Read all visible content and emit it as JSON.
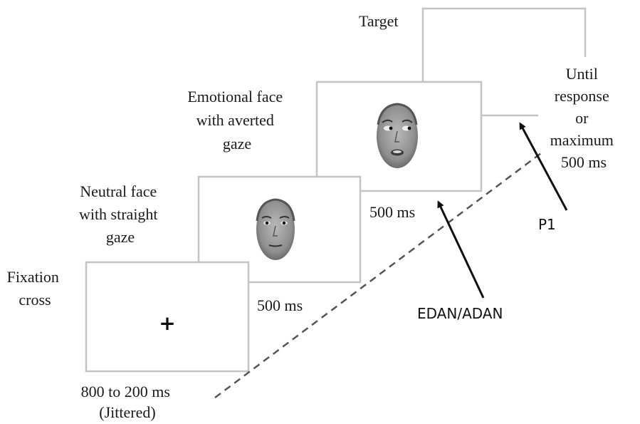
{
  "stages": {
    "fixation": {
      "label_lines": [
        "Fixation",
        "cross"
      ],
      "duration_lines": [
        "800 to 200 ms",
        "(Jittered)"
      ],
      "symbol": "+"
    },
    "neutral": {
      "label_lines": [
        "Neutral face",
        "with straight",
        "gaze"
      ],
      "duration": "500 ms"
    },
    "emotional": {
      "label_lines": [
        "Emotional face",
        "with averted",
        "gaze"
      ],
      "duration": "500 ms"
    },
    "target": {
      "label": "Target",
      "duration_lines": [
        "Until",
        "response",
        "or",
        "maximum",
        "500 ms"
      ]
    }
  },
  "markers": {
    "edan": "EDAN/ADAN",
    "p1": "P1"
  },
  "icons": {
    "neutral_face": "neutral-face-straight-gaze-icon",
    "emotional_face": "fearful-face-averted-gaze-icon"
  },
  "colors": {
    "frame_border": "#c4c4c4",
    "arrow": "#111111",
    "timeline": "#555555"
  }
}
